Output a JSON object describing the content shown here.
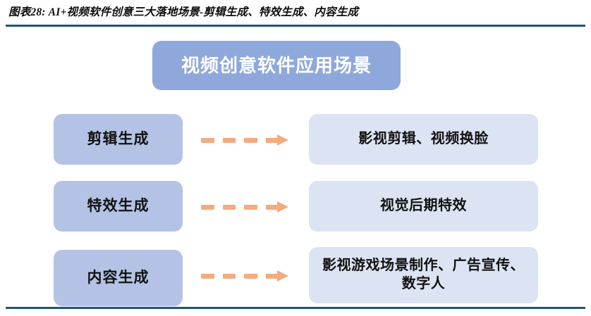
{
  "figure": {
    "title": "图表28: AI+视频软件创意三大落地场景-剪辑生成、特效生成、内容生成",
    "rule_color": "#1f5673"
  },
  "diagram": {
    "header": {
      "label": "视频创意软件应用场景",
      "fill": "#8FA8DC",
      "text_color": "#FFFFFF"
    },
    "arrow": {
      "style": "dashed-arrow-right",
      "color": "#F4AB7E",
      "dash_count": 3
    },
    "left_fill": "#B4C3E5",
    "right_fill": "#DCE3F2",
    "rows": [
      {
        "left": "剪辑生成",
        "right": "影视剪辑、视频换脸"
      },
      {
        "left": "特效生成",
        "right": "视觉后期特效"
      },
      {
        "left": "内容生成",
        "right": "影视游戏场景制作、广告宣传、数字人"
      }
    ]
  }
}
